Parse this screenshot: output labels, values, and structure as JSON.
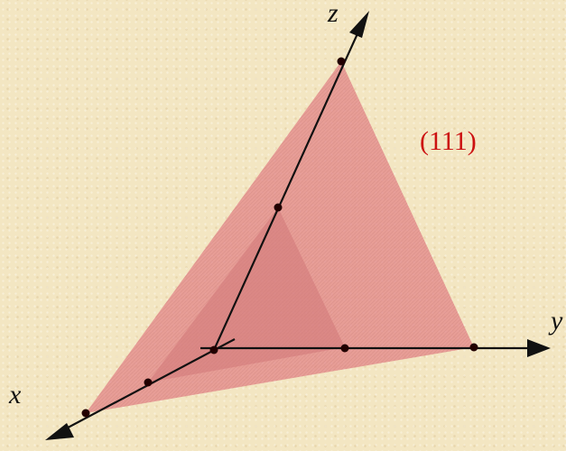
{
  "diagram": {
    "axes": {
      "x_label": "x",
      "y_label": "y",
      "z_label": "z"
    },
    "plane": {
      "label": "(111)",
      "miller_indices": [
        1,
        1,
        1
      ]
    },
    "colors": {
      "background": "#f3e6c2",
      "plane_fill": "#e3898a",
      "plane_label": "#cc1111",
      "axis": "#111111",
      "point": "#220000"
    }
  }
}
